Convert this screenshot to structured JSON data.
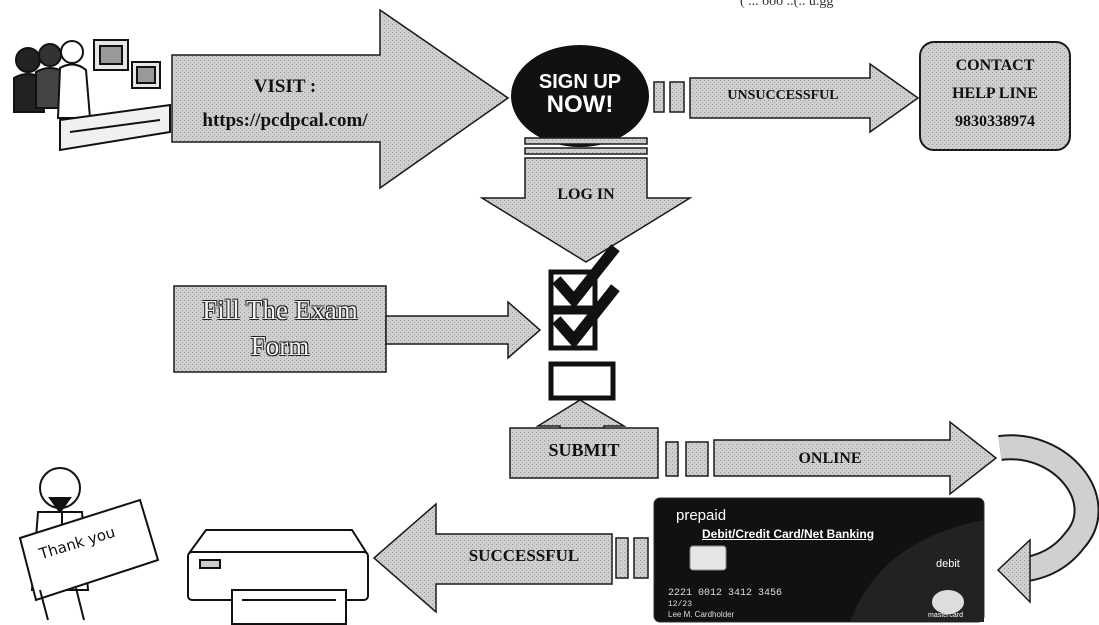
{
  "colors": {
    "fill": "#c9c9c9",
    "stroke": "#1a1a1a",
    "dark": "#111111",
    "paper": "#ffffff"
  },
  "icons": [
    "people-at-computers-icon",
    "sign-up-now-badge",
    "checkbox-icon",
    "printer-icon",
    "debit-card-icon",
    "thank-you-person-icon"
  ],
  "top_partial_text": "( ... ooo  ..(.. u.gg",
  "visit": {
    "line1": "VISIT :",
    "line2": "https://pcdpcal.com/"
  },
  "signup": {
    "line1": "SIGN UP",
    "line2": "NOW!"
  },
  "unsuccessful_label": "UNSUCCESSFUL",
  "contact": {
    "line1": "CONTACT",
    "line2": "HELP LINE",
    "line3": "9830338974"
  },
  "login_label": "LOG IN",
  "fill_form": {
    "line1": "Fill The Exam",
    "line2": "Form"
  },
  "submit_label": "SUBMIT",
  "online_label": "ONLINE",
  "successful_label": "SUCCESSFUL",
  "card": {
    "line1": "prepaid",
    "line2": "Debit/Credit Card/Net Banking",
    "line3": "debit",
    "number": "2221 0012 3412 3456",
    "expiry": "12/23",
    "holder": "Lee M. Cardholder",
    "brand": "mastercard"
  },
  "thank_you": "Thank you"
}
